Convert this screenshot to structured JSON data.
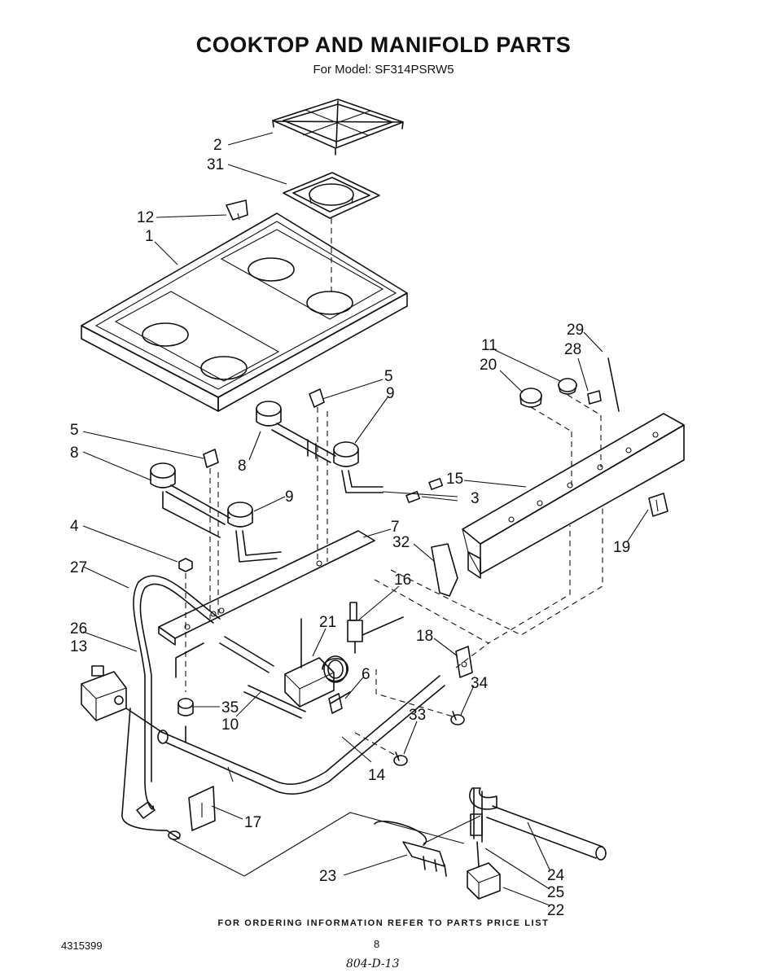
{
  "header": {
    "title": "COOKTOP AND MANIFOLD PARTS",
    "subtitle": "For Model: SF314PSRW5"
  },
  "callouts": [
    {
      "id": "2",
      "text": "2"
    },
    {
      "id": "31",
      "text": "31"
    },
    {
      "id": "12",
      "text": "12"
    },
    {
      "id": "1",
      "text": "1"
    },
    {
      "id": "29",
      "text": "29"
    },
    {
      "id": "11",
      "text": "11"
    },
    {
      "id": "28",
      "text": "28"
    },
    {
      "id": "20",
      "text": "20"
    },
    {
      "id": "5a",
      "text": "5"
    },
    {
      "id": "9a",
      "text": "9"
    },
    {
      "id": "5b",
      "text": "5"
    },
    {
      "id": "8a",
      "text": "8"
    },
    {
      "id": "8b",
      "text": "8"
    },
    {
      "id": "15",
      "text": "15"
    },
    {
      "id": "3",
      "text": "3"
    },
    {
      "id": "9b",
      "text": "9"
    },
    {
      "id": "19",
      "text": "19"
    },
    {
      "id": "4",
      "text": "4"
    },
    {
      "id": "7",
      "text": "7"
    },
    {
      "id": "32",
      "text": "32"
    },
    {
      "id": "27",
      "text": "27"
    },
    {
      "id": "16",
      "text": "16"
    },
    {
      "id": "26",
      "text": "26"
    },
    {
      "id": "21",
      "text": "21"
    },
    {
      "id": "13",
      "text": "13"
    },
    {
      "id": "18",
      "text": "18"
    },
    {
      "id": "6",
      "text": "6"
    },
    {
      "id": "34",
      "text": "34"
    },
    {
      "id": "35",
      "text": "35"
    },
    {
      "id": "10",
      "text": "10"
    },
    {
      "id": "33",
      "text": "33"
    },
    {
      "id": "14",
      "text": "14"
    },
    {
      "id": "17",
      "text": "17"
    },
    {
      "id": "23",
      "text": "23"
    },
    {
      "id": "24",
      "text": "24"
    },
    {
      "id": "25",
      "text": "25"
    },
    {
      "id": "22",
      "text": "22"
    }
  ],
  "footer": {
    "ordering_note": "FOR ORDERING INFORMATION REFER TO PARTS PRICE LIST",
    "doc_number": "4315399",
    "page_number": "8",
    "handwritten_code": "804-D-13"
  }
}
